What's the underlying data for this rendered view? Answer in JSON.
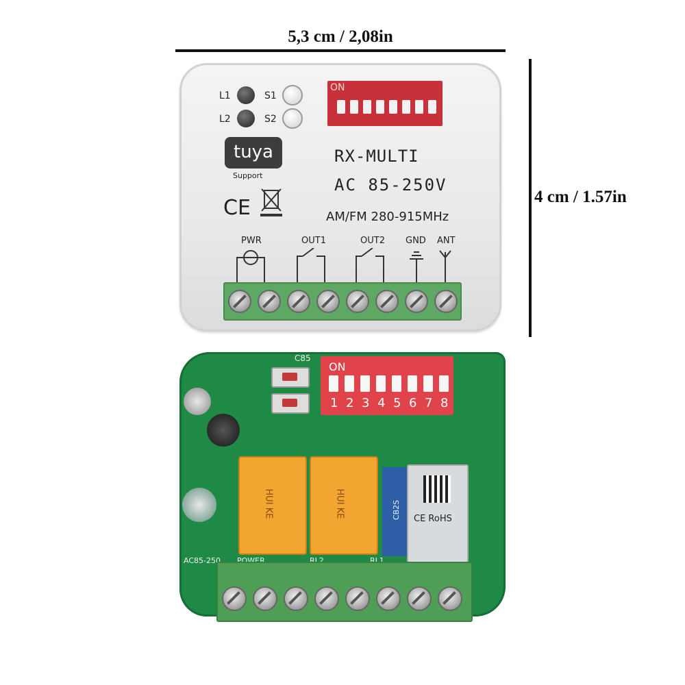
{
  "dimensions": {
    "width_label": "5,3 cm / 2,08in",
    "height_label": "4 cm / 1.57in"
  },
  "housing": {
    "led_labels": [
      "L1",
      "L2"
    ],
    "button_labels": [
      "S1",
      "S2"
    ],
    "dip_on_label": "ON",
    "brand_logo_text": "tuya",
    "brand_support_text": "Support",
    "ce_mark": "CE",
    "model": "RX-MULTI",
    "voltage": "AC 85-250V",
    "frequency": "AM/FM 280-915MHz",
    "terminal_labels": [
      "PWR",
      "OUT1",
      "OUT2",
      "GND",
      "ANT"
    ]
  },
  "pcb": {
    "dip_on_label": "ON",
    "dip_numbers": [
      "1",
      "2",
      "3",
      "4",
      "5",
      "6",
      "7",
      "8"
    ],
    "silkscreen_c85": "C85",
    "silkscreen_ac": "AC85-250",
    "silkscreen_power": "POWER",
    "silkscreen_rl2": "RL2",
    "silkscreen_rl1": "RL1",
    "relay_brand": "HUI KE",
    "module_label": "CE RoHS",
    "antenna_label": "CB2S"
  }
}
